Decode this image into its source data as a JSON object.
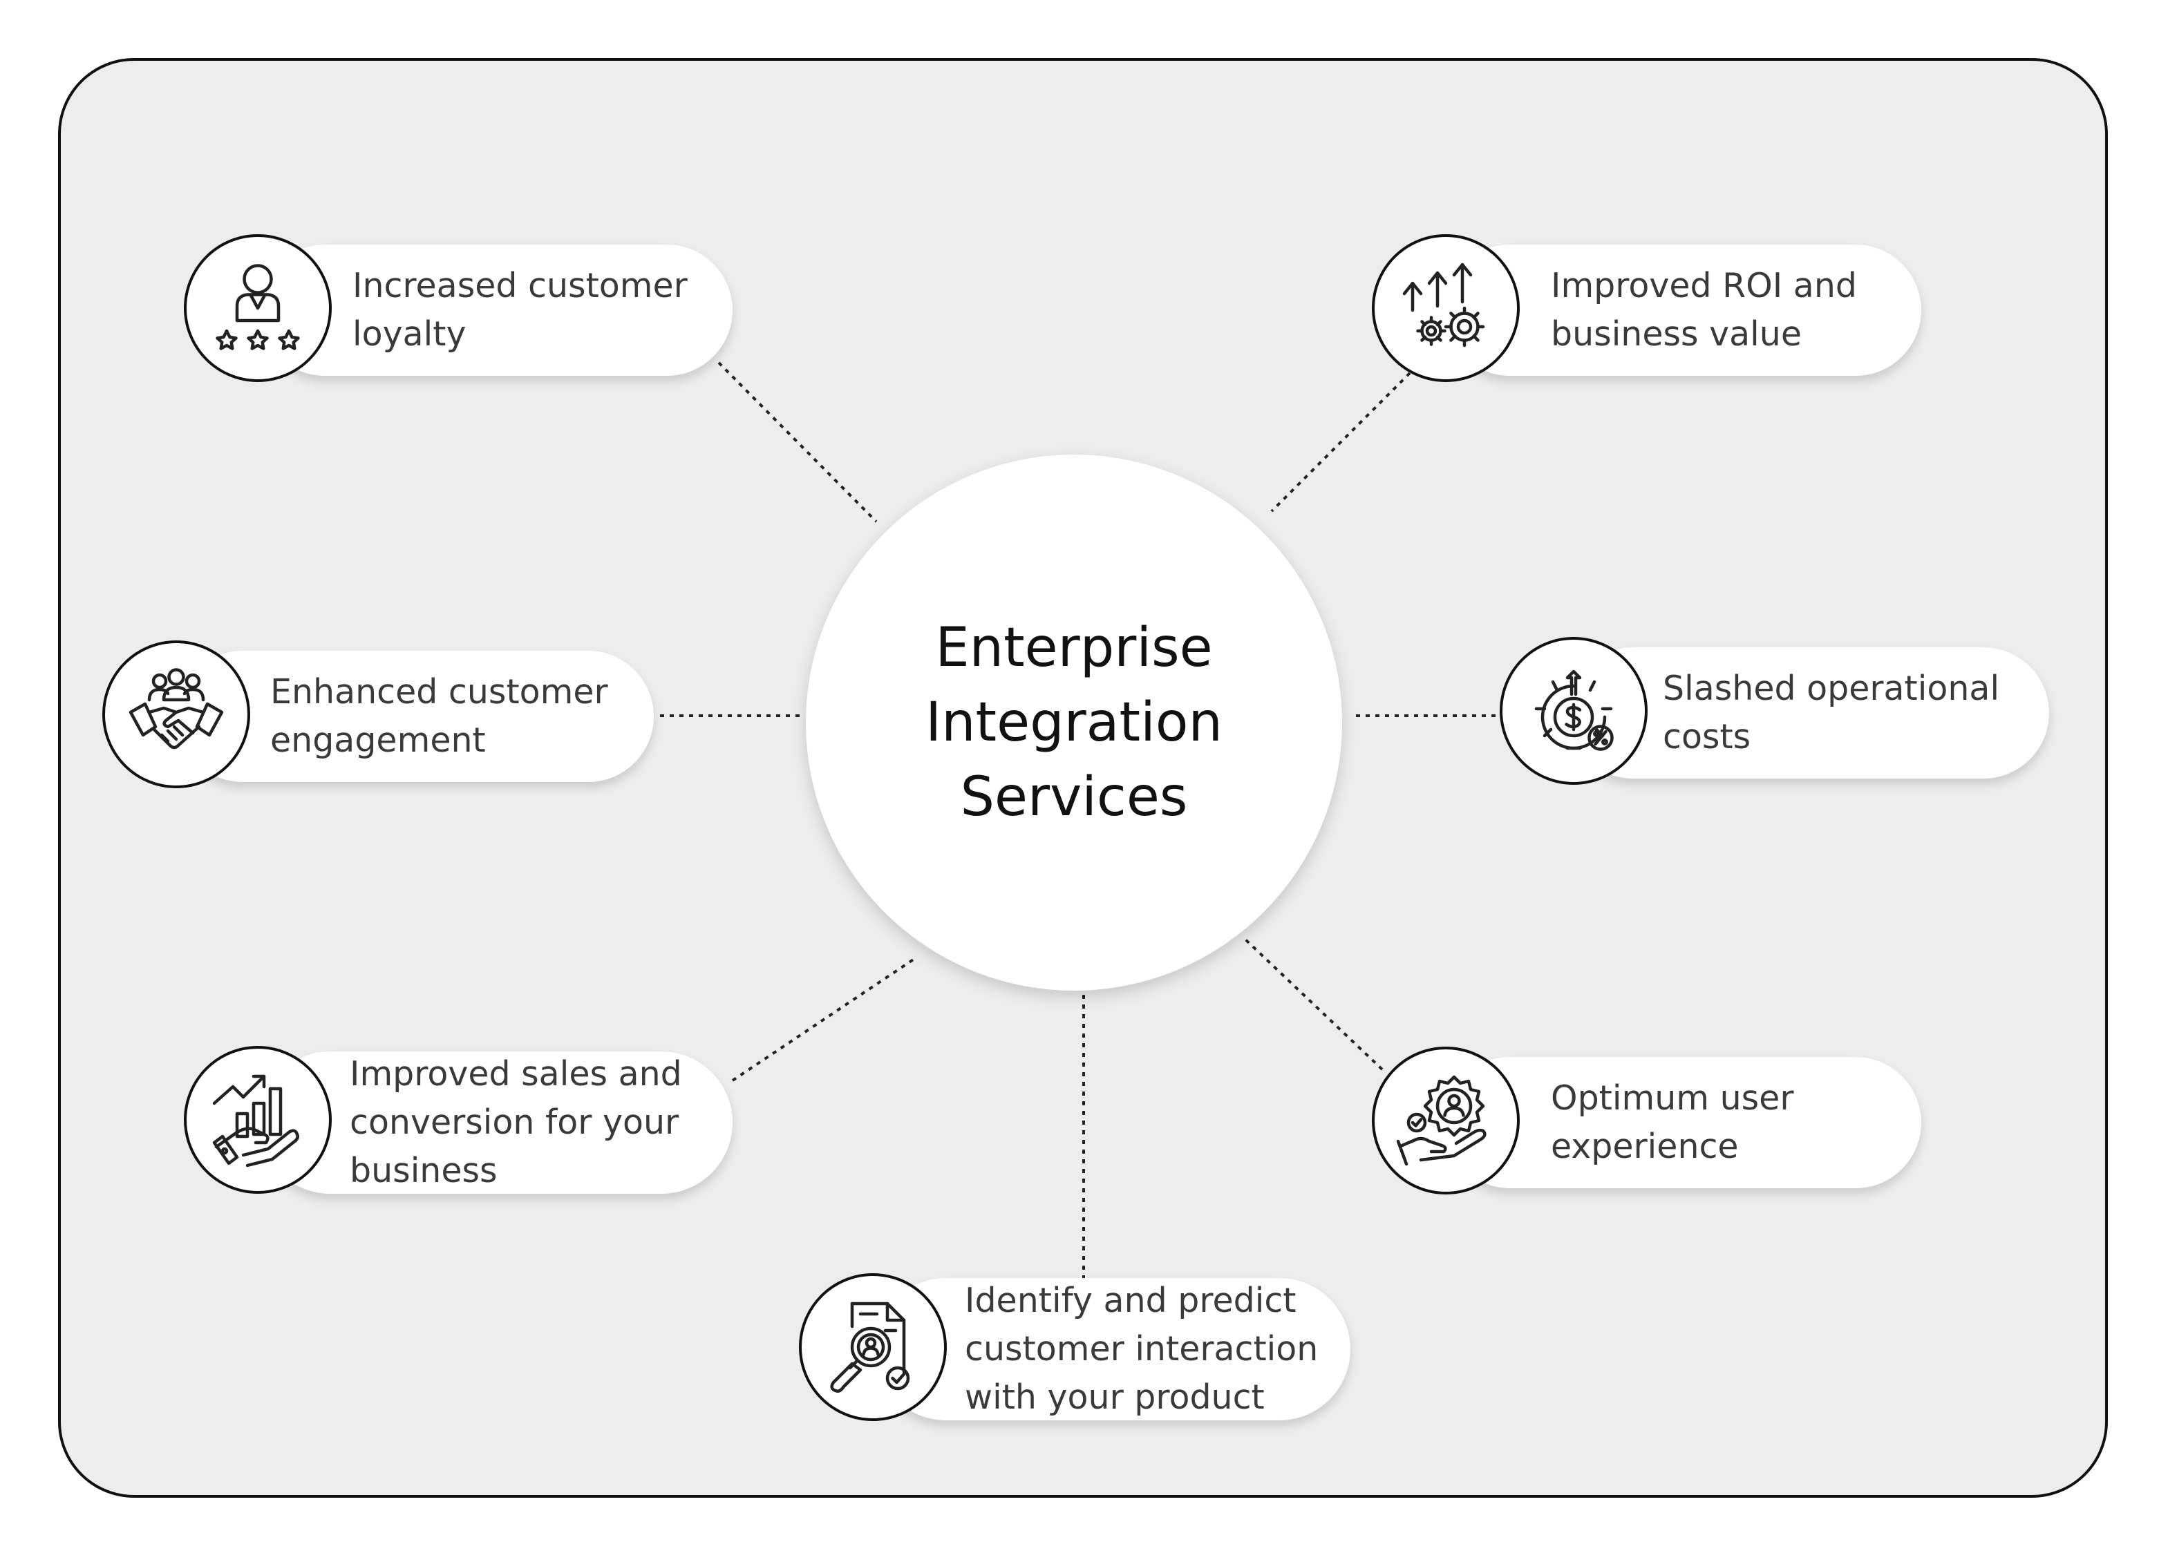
{
  "hub": {
    "title": "Enterprise\nIntegration\nServices"
  },
  "benefits": [
    {
      "label": "Increased customer\nloyalty",
      "icon": "customer-rating-icon"
    },
    {
      "label": "Improved ROI and\nbusiness value",
      "icon": "growth-gears-icon"
    },
    {
      "label": "Enhanced customer\nengagement",
      "icon": "handshake-team-icon"
    },
    {
      "label": "Slashed operational\ncosts",
      "icon": "cost-reduction-gear-icon"
    },
    {
      "label": "Improved sales and\nconversion for your\nbusiness",
      "icon": "sales-growth-hand-icon"
    },
    {
      "label": "Optimum user\nexperience",
      "icon": "user-care-hand-icon"
    },
    {
      "label": "Identify and predict\ncustomer interaction\nwith your product",
      "icon": "customer-search-document-icon"
    }
  ],
  "colors": {
    "panel": "#ededed",
    "border": "#111111",
    "card": "#ffffff",
    "text": "#3a3a3a"
  }
}
